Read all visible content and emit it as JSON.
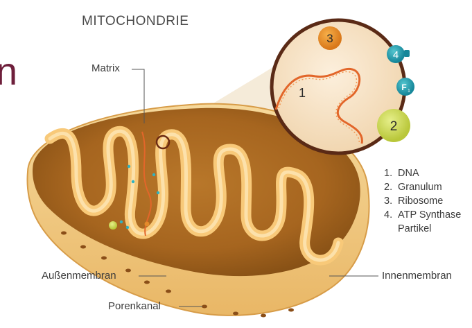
{
  "title": "MITOCHONDRIE",
  "partial_heading": "n",
  "labels": {
    "matrix": "Matrix",
    "aussenmembran": "Außenmembran",
    "porenkanal": "Porenkanal",
    "innenmembran": "Innenmembran"
  },
  "zoom_markers": {
    "m1": "1",
    "m2": "2",
    "m3": "3",
    "m4": "4",
    "f1": "F",
    "f1_sub": "1"
  },
  "legend": [
    {
      "num": "1.",
      "text": "DNA"
    },
    {
      "num": "2.",
      "text": "Granulum"
    },
    {
      "num": "3.",
      "text": "Ribosome"
    },
    {
      "num": "4.",
      "text": "ATP Synthase",
      "cont": "Partikel"
    }
  ]
}
